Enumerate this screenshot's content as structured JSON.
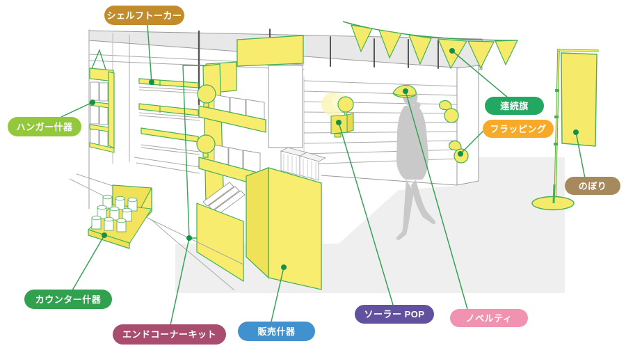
{
  "labels": [
    {
      "key": "shelf-talker",
      "text": "シェルフトーカー",
      "color": "#C28B2C"
    },
    {
      "key": "hanger-fixture",
      "text": "ハンガー什器",
      "color": "#93C83A"
    },
    {
      "key": "counter-fixture",
      "text": "カウンター什器",
      "color": "#31A04F"
    },
    {
      "key": "end-corner-kit",
      "text": "エンドコーナーキット",
      "color": "#A84D6E"
    },
    {
      "key": "sales-fixture",
      "text": "販売什器",
      "color": "#4191CE"
    },
    {
      "key": "solar-pop",
      "text": "ソーラー POP",
      "color": "#61519F"
    },
    {
      "key": "novelty",
      "text": "ノベルティ",
      "color": "#F292B1"
    },
    {
      "key": "bunting-flags",
      "text": "連続旗",
      "color": "#22A863"
    },
    {
      "key": "flapping",
      "text": "フラッピング",
      "color": "#F7A928"
    },
    {
      "key": "nobori-banner",
      "text": "のぼり",
      "color": "#A6895C"
    }
  ],
  "palette": {
    "item_yellow": "#F7EC6D",
    "item_yellow_shade": "#F0E258",
    "outline_green": "#45B057",
    "leader_line": "#35A257",
    "leader_dot": "#15904A",
    "silhouette_gray": "#C9C9C9",
    "floor_gray": "#EFEFEF",
    "ceiling_gray": "#E8E8E8",
    "structure_line": "#9B9B9B",
    "background": "#FFFFFF"
  }
}
